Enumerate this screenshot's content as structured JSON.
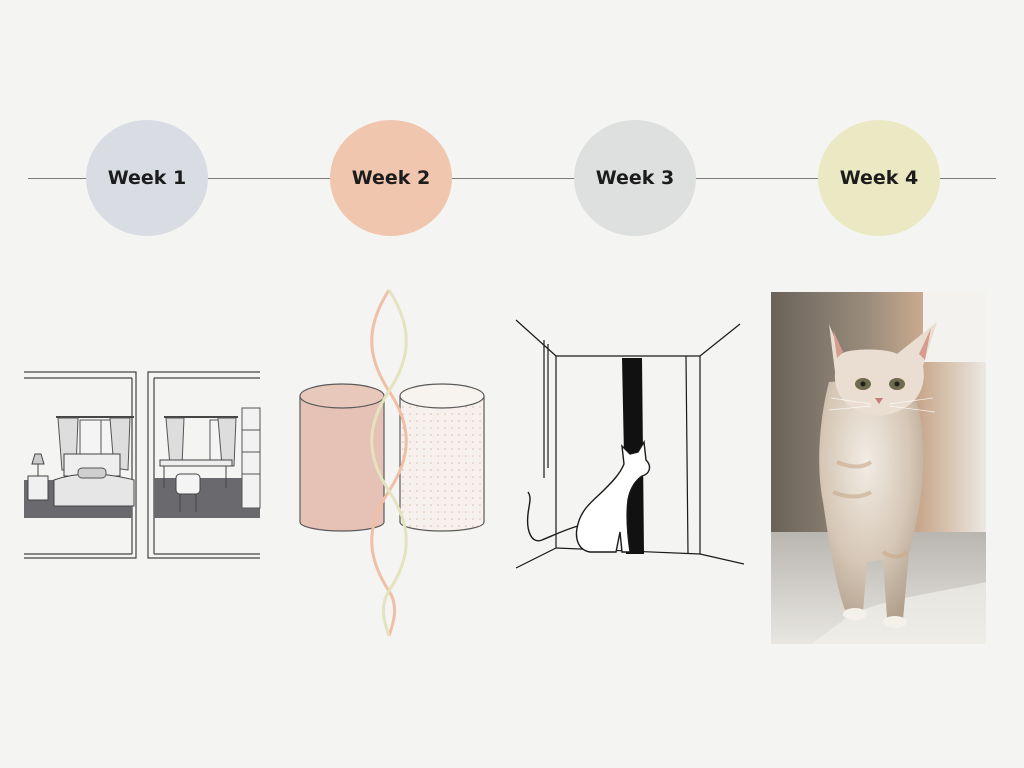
{
  "timeline": {
    "weeks": [
      {
        "label": "Week 1",
        "color": "#d9dde3"
      },
      {
        "label": "Week 2",
        "color": "#f0c6ae"
      },
      {
        "label": "Week 3",
        "color": "#dde0de"
      },
      {
        "label": "Week 4",
        "color": "#ebe9c4"
      }
    ]
  },
  "panels": [
    {
      "icon": "two-rooms-bedroom-and-study-illustration"
    },
    {
      "icon": "two-scent-cylinders-with-intertwined-waves-illustration"
    },
    {
      "icon": "cat-at-doorway-line-illustration"
    },
    {
      "icon": "walking-cat-photo"
    }
  ]
}
